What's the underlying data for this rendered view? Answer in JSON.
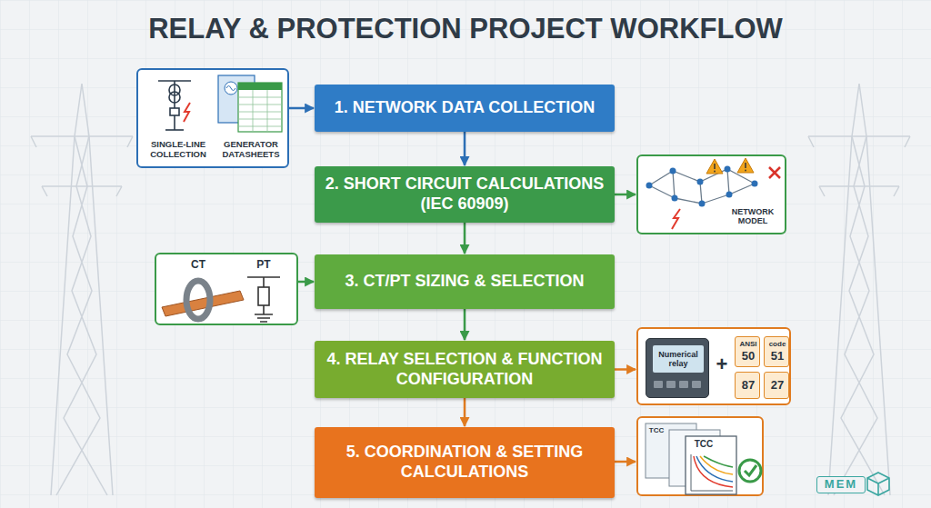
{
  "diagram": {
    "title": "RELAY & PROTECTION PROJECT WORKFLOW",
    "nodes": [
      {
        "text": [
          "SINGLE-LINE COLLECTION",
          "GENERATOR DATASHEETS"
        ]
      },
      {
        "text": [
          "1. NETWORK DATA COLLECTION"
        ]
      },
      {
        "text": [
          "2. SHORT CIRCUIT CALCULATIONS (IEC 60909)"
        ]
      },
      {
        "text": [
          "NETWORK MODEL"
        ]
      },
      {
        "text": [
          "CT",
          "PT"
        ]
      },
      {
        "text": [
          "3. CT/PT SIZING & SELECTION"
        ]
      },
      {
        "text": [
          "4. RELAY SELECTION & FUNCTION CONFIGURATION"
        ]
      },
      {
        "text": [
          "+"
        ]
      },
      {
        "text": [
          "Numerical relay"
        ],
        "in": 7
      },
      {
        "text": [
          "ANSI",
          "50"
        ],
        "in": 7
      },
      {
        "text": [
          "code",
          "51"
        ],
        "in": 7
      },
      {
        "text": [
          "87"
        ],
        "in": 7
      },
      {
        "text": [
          "27"
        ],
        "in": 7
      },
      {
        "text": [
          "5. COORDINATION & SETTING CALCULATIONS"
        ]
      },
      {
        "text": [
          "TCC",
          "TCC"
        ]
      }
    ],
    "edges": [
      {
        "from": 0,
        "to": 1,
        "arrow": "to"
      },
      {
        "from": 1,
        "to": 2,
        "arrow": "to"
      },
      {
        "from": 2,
        "to": 3,
        "arrow": "to"
      },
      {
        "from": 2,
        "to": 5,
        "arrow": "to"
      },
      {
        "from": 4,
        "to": 5,
        "arrow": "to"
      },
      {
        "from": 5,
        "to": 6,
        "arrow": "to"
      },
      {
        "from": 6,
        "to": 7,
        "arrow": "to"
      },
      {
        "from": 6,
        "to": 13,
        "arrow": "to"
      },
      {
        "from": 13,
        "to": 14,
        "arrow": "to"
      }
    ],
    "labels": [
      "MEM"
    ]
  }
}
